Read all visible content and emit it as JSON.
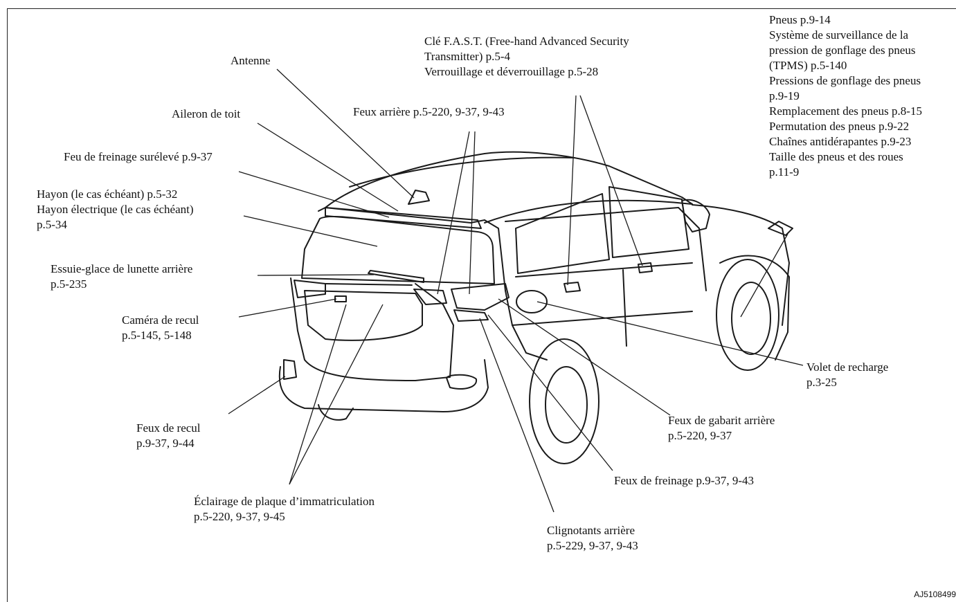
{
  "labels": {
    "antenne": [
      "Antenne"
    ],
    "aileron": [
      "Aileron de toit"
    ],
    "feu_freinage_sureleve": [
      "Feu de freinage surélevé p.9-37"
    ],
    "hayon": [
      "Hayon (le cas échéant) p.5-32",
      "Hayon électrique (le cas échéant)",
      "p.5-34"
    ],
    "essuie_glace": [
      "Essuie-glace de lunette arrière",
      "p.5-235"
    ],
    "camera": [
      "Caméra de recul",
      "p.5-145, 5-148"
    ],
    "feux_recul": [
      "Feux de recul",
      "p.9-37, 9-44"
    ],
    "plaque": [
      "Éclairage de plaque d’immatriculation",
      "p.5-220, 9-37, 9-45"
    ],
    "cle_fast": [
      "Clé F.A.S.T. (Free-hand Advanced Security",
      "Transmitter) p.5-4",
      "Verrouillage et déverrouillage p.5-28"
    ],
    "feux_arriere": [
      "Feux arrière p.5-220, 9-37, 9-43"
    ],
    "pneus": [
      "Pneus p.9-14",
      "Système de surveillance de la",
      "pression de gonflage des pneus",
      "(TPMS) p.5-140",
      "Pressions de gonflage des pneus",
      "p.9-19",
      "Remplacement des pneus p.8-15",
      "Permutation des pneus p.9-22",
      "Chaînes antidérapantes p.9-23",
      "Taille des pneus et des roues",
      "p.11-9"
    ],
    "volet": [
      "Volet de recharge",
      "p.3-25"
    ],
    "gabarit": [
      "Feux de gabarit arrière",
      "p.5-220, 9-37"
    ],
    "freinage": [
      "Feux de freinage p.9-37, 9-43"
    ],
    "clignotants": [
      "Clignotants arrière",
      "p.5-229, 9-37, 9-43"
    ]
  },
  "figure_code": "AJ5108499"
}
